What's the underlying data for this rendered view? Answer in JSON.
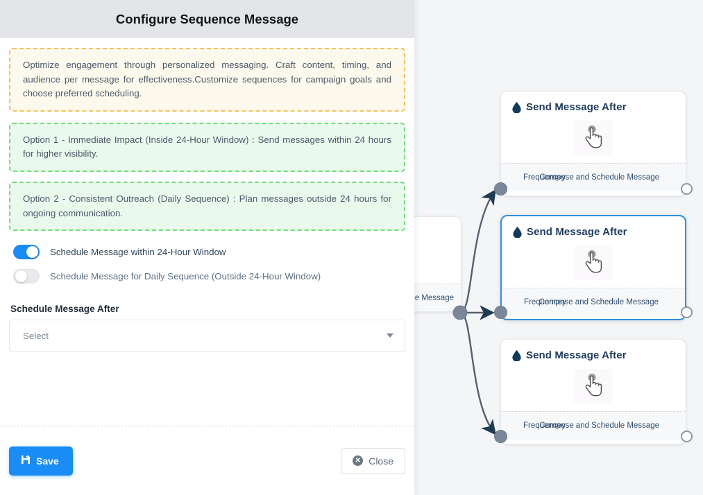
{
  "modal": {
    "title": "Configure Sequence Message",
    "info_note": "Optimize engagement through personalized messaging. Craft content, timing, and audience per message for effectiveness.Customize sequences for campaign goals and choose preferred scheduling.",
    "option_1": "Option 1 - Immediate Impact (Inside 24-Hour Window) : Send messages within 24 hours for higher visibility.",
    "option_2": "Option 2 - Consistent Outreach (Daily Sequence) : Plan messages outside 24 hours for ongoing communication.",
    "toggles": [
      {
        "label": "Schedule Message within 24-Hour Window",
        "state": "on"
      },
      {
        "label": "Schedule Message for Daily Sequence (Outside 24-Hour Window)",
        "state": "off"
      }
    ],
    "field": {
      "label": "Schedule Message After",
      "value": "Select",
      "placeholder": "Select"
    },
    "buttons": {
      "save": "Save",
      "close": "Close"
    },
    "colors": {
      "header_bg": "#e3e5e9",
      "accent_blue": "#1a8cf5",
      "warn_border": "#f2c25c",
      "warn_bg": "#fdf9ec",
      "ok_border": "#6fdd77",
      "ok_bg": "#e9f9ec"
    }
  },
  "canvas": {
    "background": "#f4f5f7",
    "source_node": {
      "foot_text_visible": "ce Message"
    },
    "nodes": [
      {
        "title": "Send Message After",
        "icon": "droplet-icon",
        "body_icon": "hand-pointer-icon",
        "foot_left": "Frequencey",
        "foot_right": "Compose and Schedule Message",
        "selected": false
      },
      {
        "title": "Send Message After",
        "icon": "droplet-icon",
        "body_icon": "hand-pointer-icon",
        "foot_left": "Frequencey",
        "foot_right": "Compose and Schedule Message",
        "selected": true
      },
      {
        "title": "Send Message After",
        "icon": "droplet-icon",
        "body_icon": "hand-pointer-icon",
        "foot_left": "Frequencey",
        "foot_right": "Compose and Schedule Message",
        "selected": false
      }
    ],
    "selected_border_color": "#2f8fe0",
    "edge_color": "#55606e"
  }
}
